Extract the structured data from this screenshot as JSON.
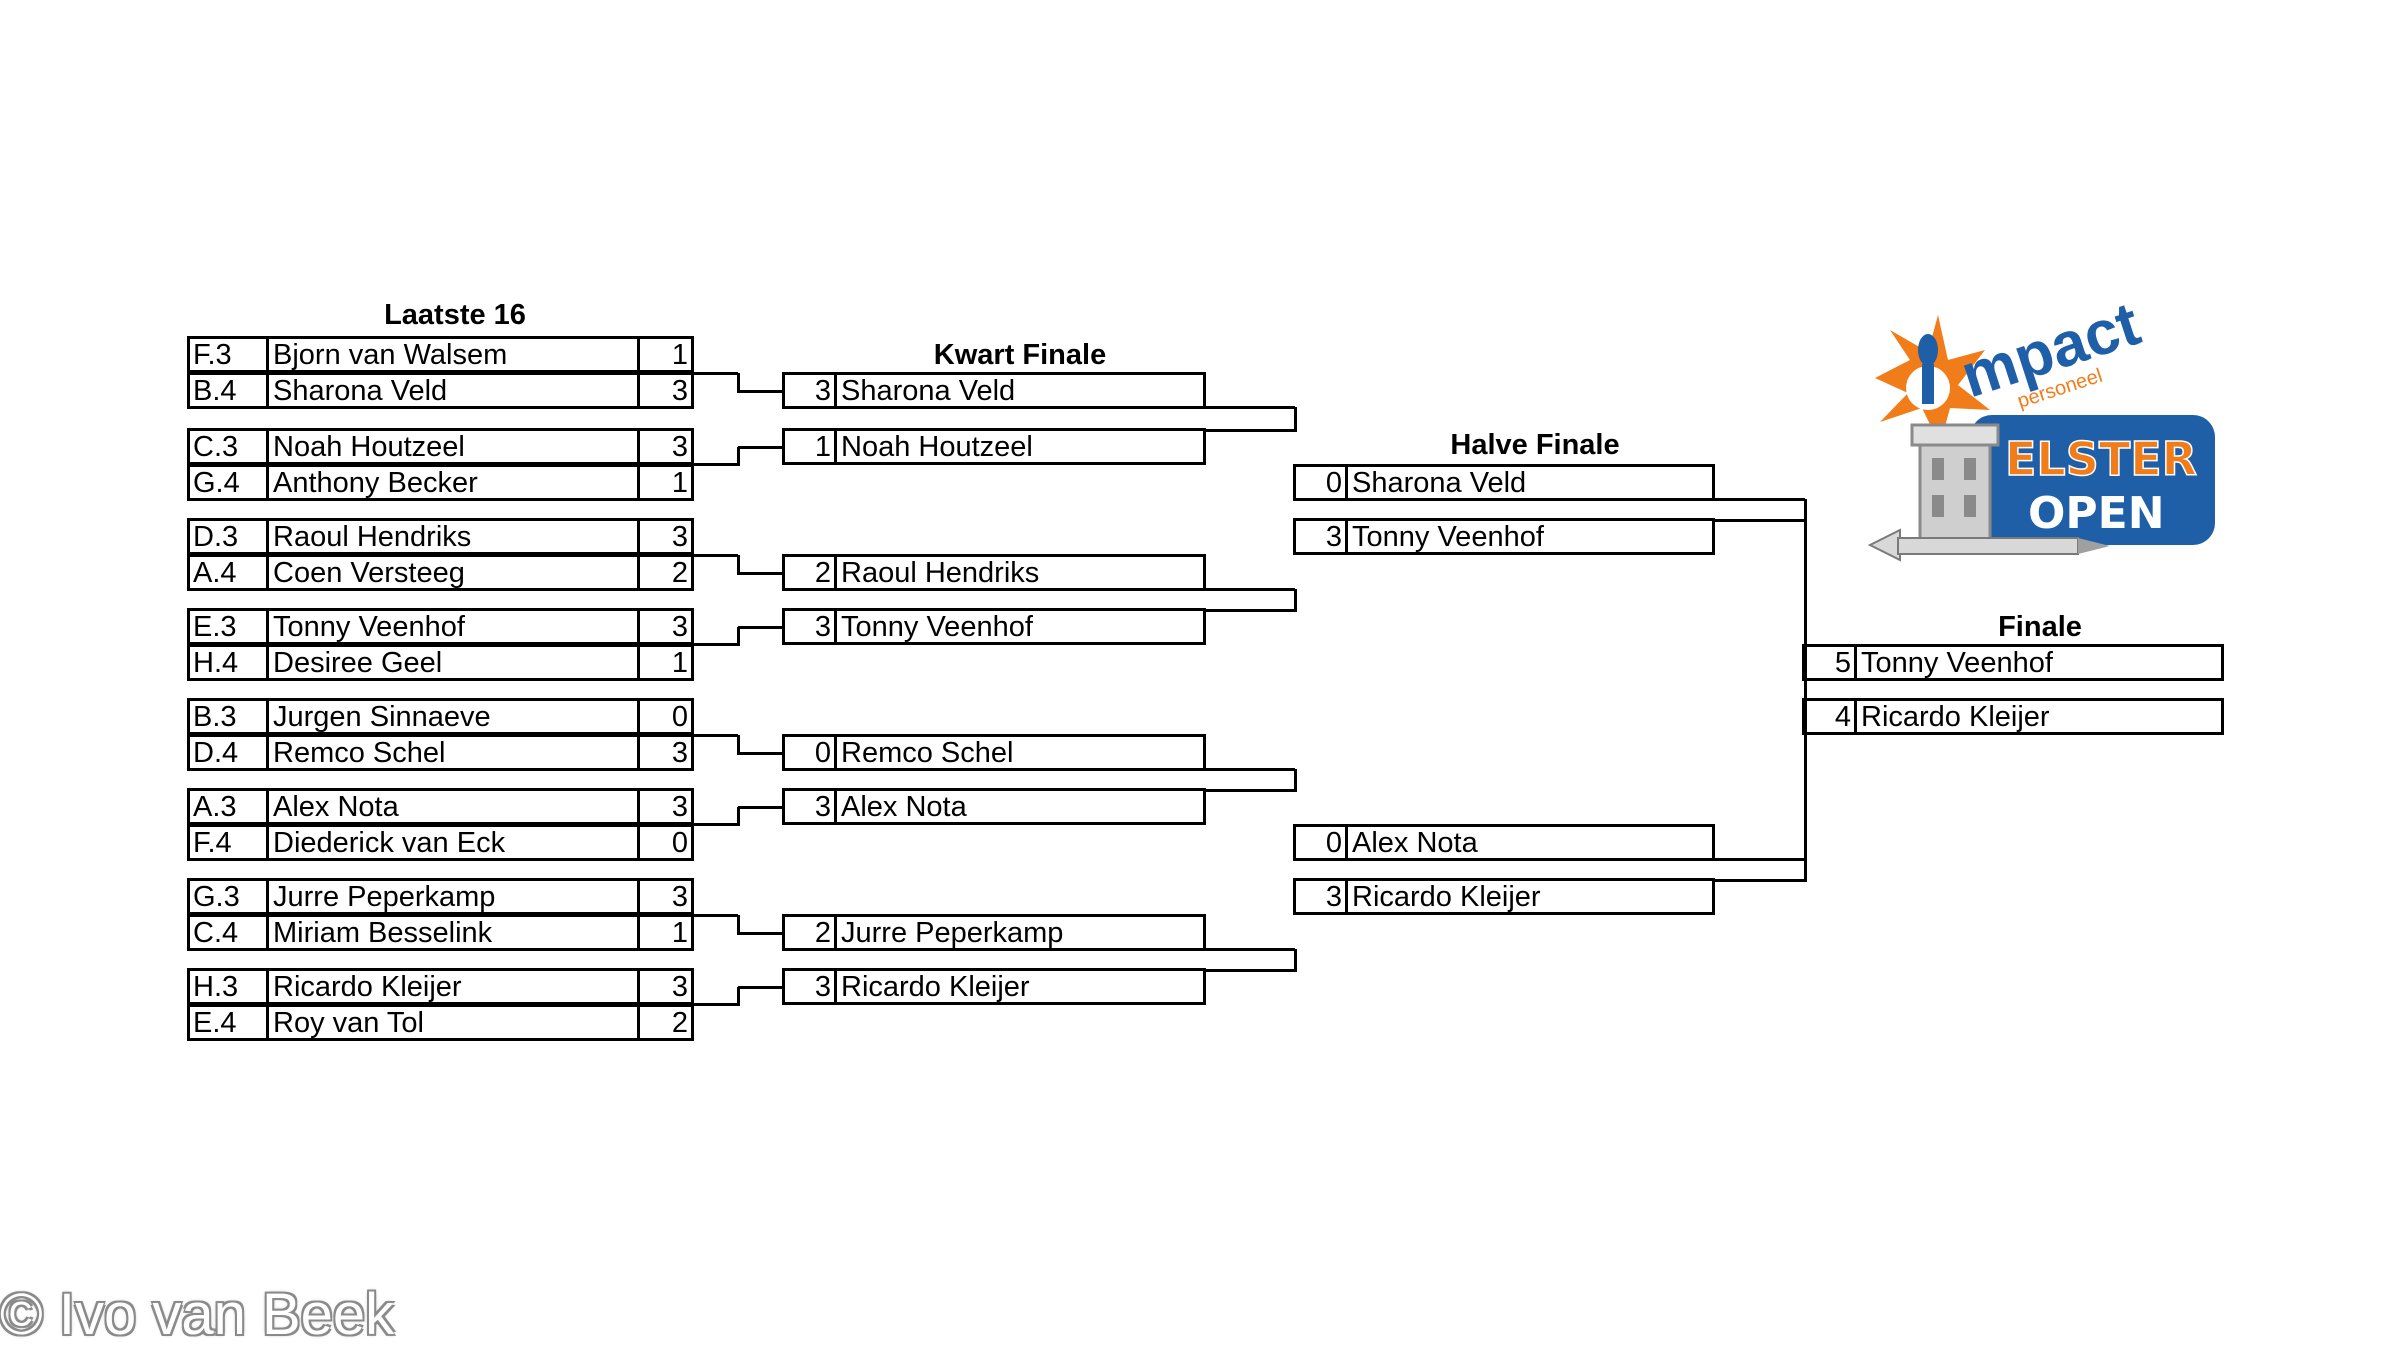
{
  "titles": {
    "last16": "Laatste 16",
    "quarter": "Kwart Finale",
    "semi": "Halve Finale",
    "final": "Finale"
  },
  "last16": [
    {
      "seed": "F.3",
      "name": "Bjorn van Walsem",
      "score": "1"
    },
    {
      "seed": "B.4",
      "name": "Sharona Veld",
      "score": "3"
    },
    {
      "seed": "C.3",
      "name": "Noah Houtzeel",
      "score": "3"
    },
    {
      "seed": "G.4",
      "name": "Anthony Becker",
      "score": "1"
    },
    {
      "seed": "D.3",
      "name": "Raoul Hendriks",
      "score": "3"
    },
    {
      "seed": "A.4",
      "name": "Coen Versteeg",
      "score": "2"
    },
    {
      "seed": "E.3",
      "name": "Tonny Veenhof",
      "score": "3"
    },
    {
      "seed": "H.4",
      "name": "Desiree Geel",
      "score": "1"
    },
    {
      "seed": "B.3",
      "name": "Jurgen Sinnaeve",
      "score": "0"
    },
    {
      "seed": "D.4",
      "name": "Remco Schel",
      "score": "3"
    },
    {
      "seed": "A.3",
      "name": "Alex Nota",
      "score": "3"
    },
    {
      "seed": "F.4",
      "name": "Diederick van Eck",
      "score": "0"
    },
    {
      "seed": "G.3",
      "name": "Jurre Peperkamp",
      "score": "3"
    },
    {
      "seed": "C.4",
      "name": "Miriam Besselink",
      "score": "1"
    },
    {
      "seed": "H.3",
      "name": "Ricardo Kleijer",
      "score": "3"
    },
    {
      "seed": "E.4",
      "name": "Roy van Tol",
      "score": "2"
    }
  ],
  "quarter": [
    {
      "score": "3",
      "name": "Sharona Veld"
    },
    {
      "score": "1",
      "name": "Noah Houtzeel"
    },
    {
      "score": "2",
      "name": "Raoul Hendriks"
    },
    {
      "score": "3",
      "name": "Tonny Veenhof"
    },
    {
      "score": "0",
      "name": "Remco Schel"
    },
    {
      "score": "3",
      "name": "Alex Nota"
    },
    {
      "score": "2",
      "name": "Jurre Peperkamp"
    },
    {
      "score": "3",
      "name": "Ricardo Kleijer"
    }
  ],
  "semi": [
    {
      "score": "0",
      "name": "Sharona Veld"
    },
    {
      "score": "3",
      "name": "Tonny Veenhof"
    },
    {
      "score": "0",
      "name": "Alex Nota"
    },
    {
      "score": "3",
      "name": "Ricardo Kleijer"
    }
  ],
  "final": [
    {
      "score": "5",
      "name": "Tonny Veenhof"
    },
    {
      "score": "4",
      "name": "Ricardo Kleijer"
    }
  ],
  "logo": {
    "brand": "mpact",
    "sub": "personeel",
    "event_line1": "ELSTER",
    "event_line2": "OPEN",
    "orange": "#f07c1a",
    "blue": "#1f5fa8"
  },
  "watermark": "© Ivo van Beek"
}
